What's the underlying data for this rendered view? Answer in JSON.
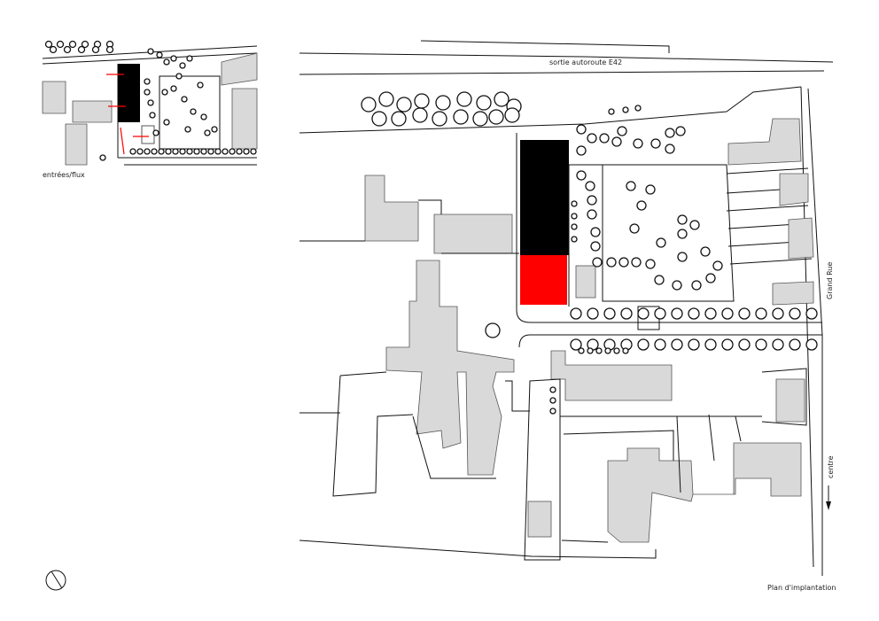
{
  "labels": {
    "highway_exit": "sortie autoroute E42",
    "main_street": "Grand Rue",
    "center": "centre",
    "plan_title": "Plan d'implantation",
    "flows": "entrées/flux"
  },
  "colors": {
    "new_volume": "#000000",
    "highlight": "#ff0000",
    "existing_buildings": "#d9d9d9",
    "lines": "#111111"
  },
  "icons": {
    "north": "north-arrow-icon",
    "center_direction": "down-arrow-icon"
  }
}
